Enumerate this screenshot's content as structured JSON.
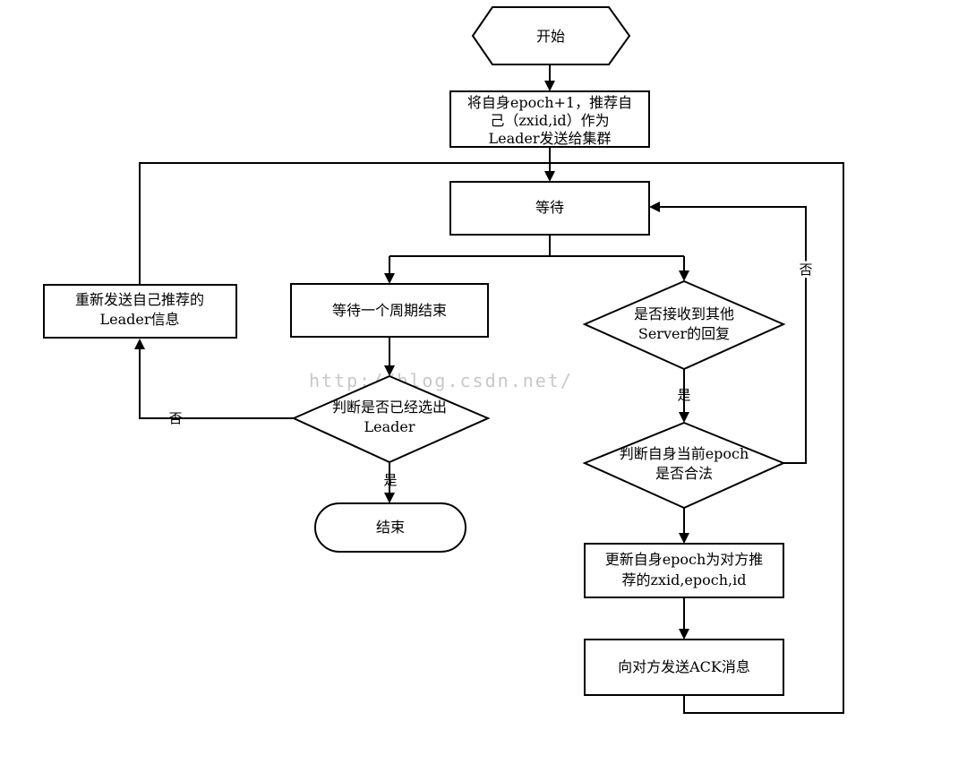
{
  "nodes": {
    "start": "开始",
    "init_line1": "将自身epoch+1，推荐自",
    "init_line2": "己（zxid,id）作为",
    "init_line3": "Leader发送给集群",
    "wait": "等待",
    "resend_line1": "重新发送自己推荐的",
    "resend_line2": "Leader信息",
    "wait_period": "等待一个周期结束",
    "judge_leader_line1": "判断是否已经选出",
    "judge_leader_line2": "Leader",
    "end": "结束",
    "received_line1": "是否接收到其他",
    "received_line2": "Server的回复",
    "judge_epoch_line1": "判断自身当前epoch",
    "judge_epoch_line2": "是否合法",
    "update_line1": "更新自身epoch为对方推",
    "update_line2": "荐的zxid,epoch,id",
    "send_ack": "向对方发送ACK消息"
  },
  "edge_labels": {
    "no_leader": "否",
    "yes_leader": "是",
    "yes_received": "是",
    "no_epoch": "否"
  },
  "watermark": "http://blog.csdn.net/"
}
